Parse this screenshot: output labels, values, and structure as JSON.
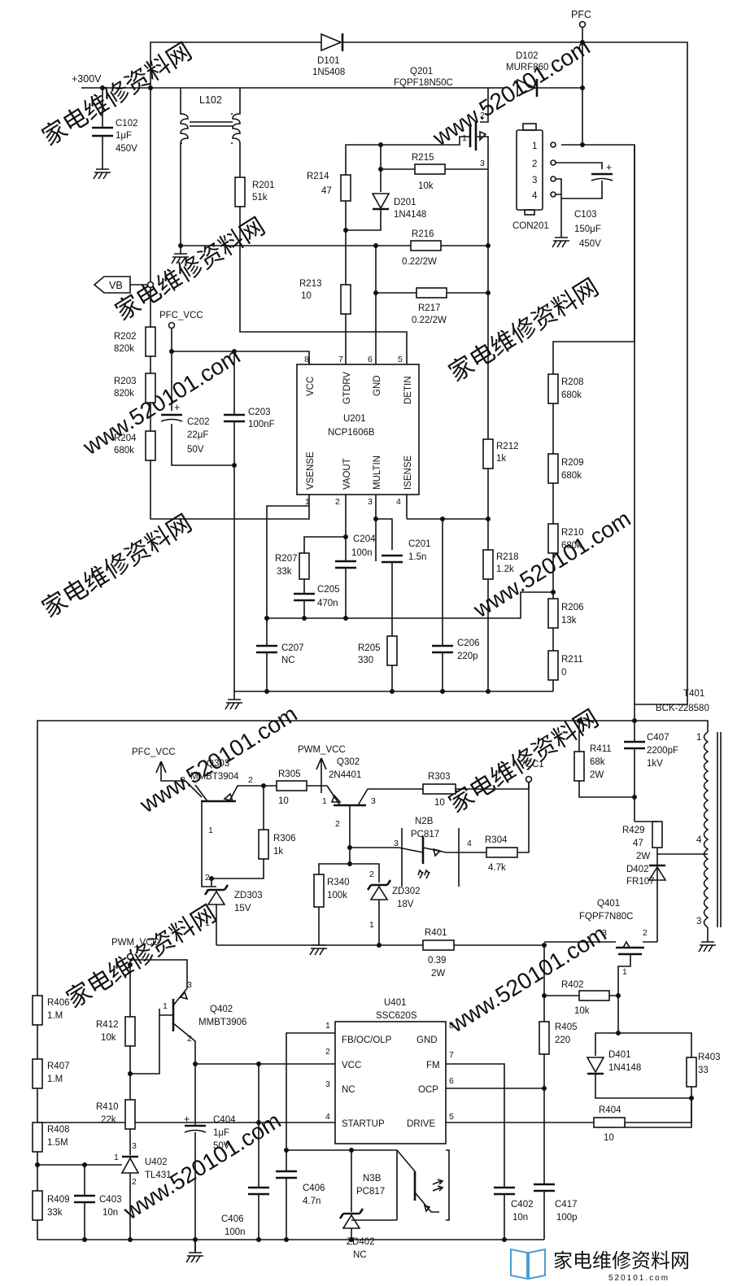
{
  "watermark": {
    "site_cn": "家电维修资料网",
    "site_url": "www.520101.com"
  },
  "logo": {
    "name": "家电维修资料网",
    "domain": "520101.com"
  },
  "power_nodes": {
    "hv_input": "+300V",
    "pfc": "PFC",
    "vb": "VB",
    "pfc_vcc": "PFC_VCC",
    "pfc_vcc2": "PFC_VCC",
    "pwm_vcc": "PWM_VCC",
    "pwm_vcc2": "PWM_VCC",
    "vcc1": "VCC1"
  },
  "components": {
    "D101": {
      "ref": "D101",
      "value": "1N5408"
    },
    "D102": {
      "ref": "D102",
      "value": "MURF860"
    },
    "Q201": {
      "ref": "Q201",
      "value": "FQPF18N50C"
    },
    "L102": {
      "ref": "L102"
    },
    "C102": {
      "ref": "C102",
      "value": "1μF",
      "rating": "450V"
    },
    "R201": {
      "ref": "R201",
      "value": "51k"
    },
    "R214": {
      "ref": "R214",
      "value": "47"
    },
    "R215": {
      "ref": "R215",
      "value": "10k"
    },
    "D201": {
      "ref": "D201",
      "value": "1N4148"
    },
    "R216": {
      "ref": "R216",
      "value": "0.22/2W"
    },
    "R217": {
      "ref": "R217",
      "value": "0.22/2W"
    },
    "R213": {
      "ref": "R213",
      "value": "10"
    },
    "CON201": {
      "ref": "CON201",
      "pins": [
        "1",
        "2",
        "3",
        "4"
      ]
    },
    "C103": {
      "ref": "C103",
      "value": "150μF",
      "rating": "450V"
    },
    "R202": {
      "ref": "R202",
      "value": "820k"
    },
    "R203": {
      "ref": "R203",
      "value": "820k"
    },
    "R204": {
      "ref": "R204",
      "value": "680k"
    },
    "C202": {
      "ref": "C202",
      "value": "22μF",
      "rating": "50V"
    },
    "C203": {
      "ref": "C203",
      "value": "100nF"
    },
    "U201": {
      "ref": "U201",
      "value": "NCP1606B",
      "pins_top": [
        "VCC",
        "GTDRV",
        "GND",
        "DETIN"
      ],
      "pins_top_nums": [
        "8",
        "7",
        "6",
        "5"
      ],
      "pins_bottom": [
        "VSENSE",
        "VAOUT",
        "MULTIN",
        "ISENSE"
      ],
      "pins_bottom_nums": [
        "1",
        "2",
        "3",
        "4"
      ]
    },
    "R212": {
      "ref": "R212",
      "value": "1k"
    },
    "R218": {
      "ref": "R218",
      "value": "1.2k"
    },
    "R208": {
      "ref": "R208",
      "value": "680k"
    },
    "R209": {
      "ref": "R209",
      "value": "680k"
    },
    "R210": {
      "ref": "R210",
      "value": "680k"
    },
    "R206": {
      "ref": "R206",
      "value": "13k"
    },
    "R211": {
      "ref": "R211",
      "value": "0"
    },
    "C204": {
      "ref": "C204",
      "value": "100n"
    },
    "C201": {
      "ref": "C201",
      "value": "1.5n"
    },
    "R207": {
      "ref": "R207",
      "value": "33k"
    },
    "C205": {
      "ref": "C205",
      "value": "470n"
    },
    "C207": {
      "ref": "C207",
      "value": "NC"
    },
    "R205": {
      "ref": "R205",
      "value": "330"
    },
    "C206": {
      "ref": "C206",
      "value": "220p"
    },
    "T401": {
      "ref": "T401",
      "value": "BCK-228580",
      "pins": [
        "1",
        "4",
        "3"
      ]
    },
    "Q303": {
      "ref": "Q303",
      "value": "MMBT3904"
    },
    "R305": {
      "ref": "R305",
      "value": "10"
    },
    "Q302": {
      "ref": "Q302",
      "value": "2N4401"
    },
    "R303": {
      "ref": "R303",
      "value": "10"
    },
    "R306": {
      "ref": "R306",
      "value": "1k"
    },
    "N2B": {
      "ref": "N2B",
      "value": "PC817"
    },
    "R304": {
      "ref": "R304",
      "value": "4.7k"
    },
    "ZD303": {
      "ref": "ZD303",
      "value": "15V"
    },
    "R340": {
      "ref": "R340",
      "value": "100k"
    },
    "ZD302": {
      "ref": "ZD302",
      "value": "18V"
    },
    "R401": {
      "ref": "R401",
      "value": "0.39",
      "rating": "2W"
    },
    "R411": {
      "ref": "R411",
      "value": "68k",
      "rating": "2W"
    },
    "C407": {
      "ref": "C407",
      "value": "2200pF",
      "rating": "1kV"
    },
    "R429": {
      "ref": "R429",
      "value": "47",
      "rating": "2W"
    },
    "D402": {
      "ref": "D402",
      "value": "FR107"
    },
    "Q401": {
      "ref": "Q401",
      "value": "FQPF7N80C"
    },
    "R402": {
      "ref": "R402",
      "value": "10k"
    },
    "R405": {
      "ref": "R405",
      "value": "220"
    },
    "D401": {
      "ref": "D401",
      "value": "1N4148"
    },
    "R403": {
      "ref": "R403",
      "value": "33"
    },
    "R404": {
      "ref": "R404",
      "value": "10"
    },
    "U401": {
      "ref": "U401",
      "value": "SSC620S",
      "pins_left": [
        "FB/OC/OLP",
        "VCC",
        "NC",
        "STARTUP"
      ],
      "pins_left_nums": [
        "1",
        "2",
        "3",
        "4"
      ],
      "pins_right": [
        "GND",
        "FM",
        "OCP",
        "DRIVE"
      ],
      "pins_right_nums": [
        "8",
        "7",
        "6",
        "5"
      ]
    },
    "Q402": {
      "ref": "Q402",
      "value": "MMBT3906"
    },
    "R412": {
      "ref": "R412",
      "value": "10k"
    },
    "R410": {
      "ref": "R410",
      "value": "22k"
    },
    "U402": {
      "ref": "U402",
      "value": "TL431"
    },
    "C404": {
      "ref": "C404",
      "value": "1μF",
      "rating": "50V"
    },
    "R406": {
      "ref": "R406",
      "value": "1.M"
    },
    "R407": {
      "ref": "R407",
      "value": "1.M"
    },
    "R408": {
      "ref": "R408",
      "value": "1.5M"
    },
    "R409": {
      "ref": "R409",
      "value": "33k"
    },
    "C403": {
      "ref": "C403",
      "value": "10n"
    },
    "C406a": {
      "ref": "C406",
      "value": "100n"
    },
    "C406b": {
      "ref": "C406",
      "value": "4.7n"
    },
    "N3B": {
      "ref": "N3B",
      "value": "PC817"
    },
    "ZD402": {
      "ref": "ZD402",
      "value": "NC"
    },
    "C402": {
      "ref": "C402",
      "value": "10n"
    },
    "C417": {
      "ref": "C417",
      "value": "100p"
    }
  },
  "pin_numbers": {
    "q201": [
      "2",
      "1",
      "3"
    ],
    "q303": [
      "3",
      "2",
      "1"
    ],
    "q302": [
      "1",
      "3",
      "2"
    ],
    "zd303": [
      "2",
      "1"
    ],
    "zd302": [
      "2",
      "1"
    ],
    "n2b": [
      "3",
      "4"
    ],
    "q401": [
      "3",
      "2",
      "1"
    ],
    "q402": [
      "3",
      "1",
      "2"
    ],
    "u402": [
      "3",
      "1",
      "2"
    ]
  }
}
